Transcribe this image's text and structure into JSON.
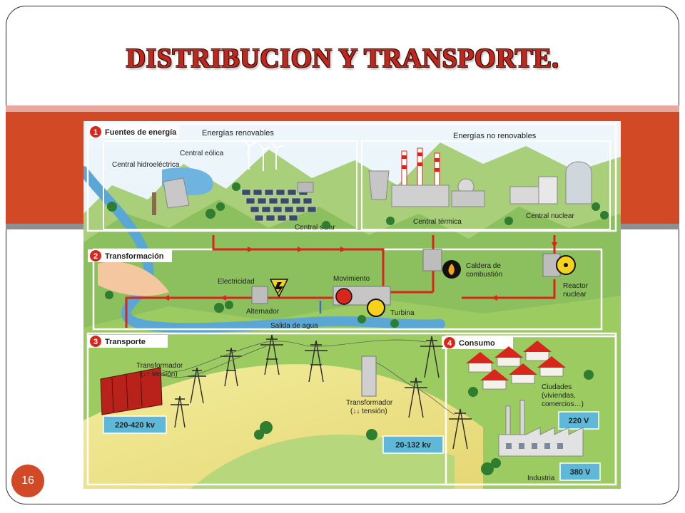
{
  "slide": {
    "title": "DISTRIBUCION Y TRANSPORTE.",
    "page_number": "16"
  },
  "sections": [
    {
      "number": "1",
      "label": "Fuentes de energía"
    },
    {
      "number": "2",
      "label": "Transformación"
    },
    {
      "number": "3",
      "label": "Transporte"
    },
    {
      "number": "4",
      "label": "Consumo"
    }
  ],
  "labels": {
    "renovables": "Energías renovables",
    "no_renovables": "Energías no renovables",
    "eolica": "Central eólica",
    "hidro": "Central hidroeléctrica",
    "solar": "Central solar",
    "termica": "Central térmica",
    "nuclear": "Central nuclear",
    "caldera_1": "Caldera de",
    "caldera_2": "combustión",
    "reactor_1": "Reactor",
    "reactor_2": "nuclear",
    "electricidad": "Electricidad",
    "movimiento": "Movimiento",
    "alternador": "Alternador",
    "turbina": "Turbina",
    "salida_agua": "Salida de agua",
    "transf_up_1": "Transformador",
    "transf_up_2": "(↓↑ tensión)",
    "transf_down_1": "Transformador",
    "transf_down_2": "(↓↓ tensión)",
    "ciudades_1": "Ciudades",
    "ciudades_2": "(viviendas,",
    "ciudades_3": "comercios…)",
    "industria": "Industria"
  },
  "voltages": {
    "alta": "220-420 kv",
    "media": "20-132 kv",
    "domestica": "220 V",
    "industrial": "380 V"
  },
  "colors": {
    "accent": "#d24a25",
    "title": "#c0281e",
    "flow": "#d8261c",
    "voltage_box": "#5fb8d8"
  }
}
